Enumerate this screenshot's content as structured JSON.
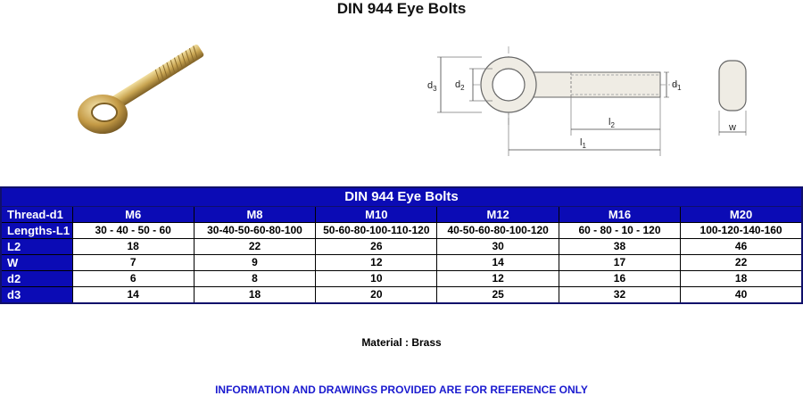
{
  "page": {
    "title": "DIN 944 Eye Bolts",
    "material": "Material : Brass",
    "disclaimer": "INFORMATION AND DRAWINGS PROVIDED ARE FOR REFERENCE ONLY"
  },
  "drawing_labels": {
    "d3": "d",
    "d3_sub": "3",
    "d2": "d",
    "d2_sub": "2",
    "d1": "d",
    "d1_sub": "1",
    "l2": "l",
    "l2_sub": "2",
    "l1": "l",
    "l1_sub": "1",
    "w": "w"
  },
  "table": {
    "caption": "DIN 944 Eye Bolts",
    "header_label": "Thread-d1",
    "columns": [
      "M6",
      "M8",
      "M10",
      "M12",
      "M16",
      "M20"
    ],
    "rows": [
      {
        "label": "Lengths-L1",
        "values": [
          "30 - 40 - 50 - 60",
          "30-40-50-60-80-100",
          "50-60-80-100-110-120",
          "40-50-60-80-100-120",
          "60 - 80 - 10 - 120",
          "100-120-140-160"
        ]
      },
      {
        "label": "L2",
        "values": [
          "18",
          "22",
          "26",
          "30",
          "38",
          "46"
        ]
      },
      {
        "label": "W",
        "values": [
          "7",
          "9",
          "12",
          "14",
          "17",
          "22"
        ]
      },
      {
        "label": "d2",
        "values": [
          "6",
          "8",
          "10",
          "12",
          "16",
          "18"
        ]
      },
      {
        "label": "d3",
        "values": [
          "14",
          "18",
          "20",
          "25",
          "32",
          "40"
        ]
      }
    ]
  }
}
